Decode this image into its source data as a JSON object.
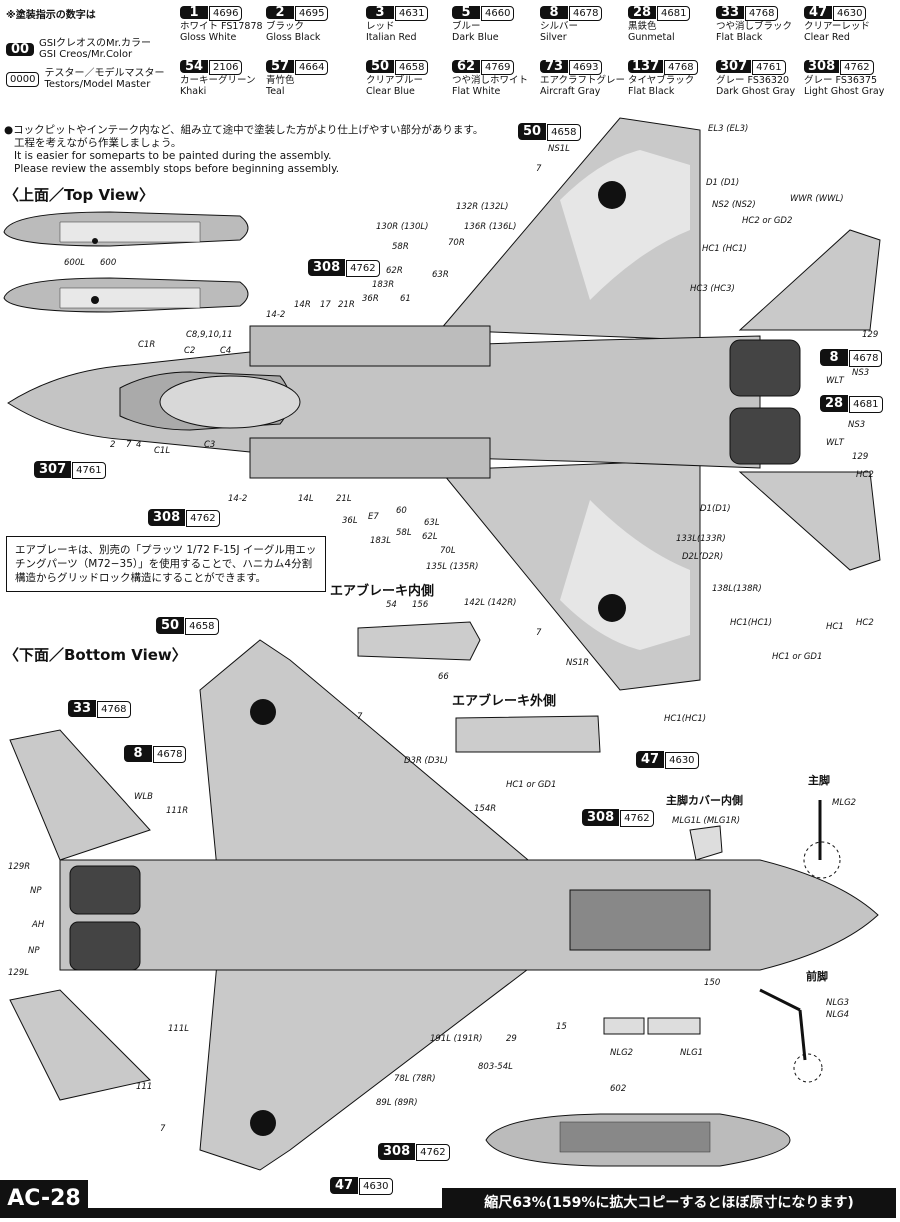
{
  "page_id": "AC-28",
  "scale_note": "縮尺63%(159%に拡大コピーするとほぼ原寸になります)",
  "legend": {
    "header": "※塗装指示の数字は",
    "creos_code": "00",
    "creos_text": "GSIクレオスのMr.カラー",
    "creos_text_en": "GSI Creos/Mr.Color",
    "testors_code": "0000",
    "testors_text": "テスター／モデルマスター",
    "testors_text_en": "Testors/Model Master"
  },
  "paints": [
    {
      "num": "1",
      "mm": "4696",
      "ja": "ホワイト FS17878",
      "en": "Gloss White"
    },
    {
      "num": "2",
      "mm": "4695",
      "ja": "ブラック",
      "en": "Gloss Black"
    },
    {
      "num": "3",
      "mm": "4631",
      "ja": "レッド",
      "en": "Italian Red"
    },
    {
      "num": "5",
      "mm": "4660",
      "ja": "ブルー",
      "en": "Dark Blue"
    },
    {
      "num": "8",
      "mm": "4678",
      "ja": "シルバー",
      "en": "Silver"
    },
    {
      "num": "28",
      "mm": "4681",
      "ja": "黒鉄色",
      "en": "Gunmetal"
    },
    {
      "num": "33",
      "mm": "4768",
      "ja": "つや消しブラック",
      "en": "Flat Black"
    },
    {
      "num": "47",
      "mm": "4630",
      "ja": "クリアーレッド",
      "en": "Clear Red"
    },
    {
      "num": "54",
      "mm": "2106",
      "ja": "カーキーグリーン",
      "en": "Khaki"
    },
    {
      "num": "57",
      "mm": "4664",
      "ja": "青竹色",
      "en": "Teal"
    },
    {
      "num": "50",
      "mm": "4658",
      "ja": "クリアブルー",
      "en": "Clear Blue"
    },
    {
      "num": "62",
      "mm": "4769",
      "ja": "つや消しホワイト",
      "en": "Flat White"
    },
    {
      "num": "73",
      "mm": "4693",
      "ja": "エアクラフトグレー",
      "en": "Aircraft Gray"
    },
    {
      "num": "137",
      "mm": "4768",
      "ja": "タイヤブラック",
      "en": "Flat Black"
    },
    {
      "num": "307",
      "mm": "4761",
      "ja": "グレー FS36320",
      "en": "Dark Ghost Gray"
    },
    {
      "num": "308",
      "mm": "4762",
      "ja": "グレー FS36375",
      "en": "Light Ghost Gray"
    }
  ],
  "assembly_note": {
    "ja1": "●コックピットやインテーク内など、組み立て途中で塗装した方がより仕上げやすい部分があります。",
    "ja2": "工程を考えながら作業しましょう。",
    "en1": "It is easier for someparts to be painted during the assembly.",
    "en2": "Please review the assembly stops before beginning assembly."
  },
  "views": {
    "top": "〈上面／Top View〉",
    "bottom": "〈下面／Bottom View〉",
    "airbrake_inner": "エアブレーキ内側",
    "airbrake_outer": "エアブレーキ外側",
    "main_gear": "主脚",
    "main_gear_cover": "主脚カバー内側",
    "nose_gear": "前脚"
  },
  "airbrake_box": "エアブレーキは、別売の「プラッツ 1/72 F-15J イーグル用エッチングパーツ（M72−35）」を使用することで、ハニカム4分割構造からグリッドロック構造にすることができます。",
  "callouts": {
    "top_chip_50": {
      "num": "50",
      "mm": "4658"
    },
    "chip_8a": {
      "num": "8",
      "mm": "4678"
    },
    "chip_28": {
      "num": "28",
      "mm": "4681"
    },
    "chip_307": {
      "num": "307",
      "mm": "4761"
    },
    "chip_308a": {
      "num": "308",
      "mm": "4762"
    },
    "chip_308b": {
      "num": "308",
      "mm": "4762"
    },
    "chip_47a": {
      "num": "47",
      "mm": "4630"
    },
    "bottom_chip_50": {
      "num": "50",
      "mm": "4658"
    },
    "chip_33": {
      "num": "33",
      "mm": "4768"
    },
    "chip_8b": {
      "num": "8",
      "mm": "4678"
    },
    "chip_308c": {
      "num": "308",
      "mm": "4762"
    },
    "chip_308d": {
      "num": "308",
      "mm": "4762"
    },
    "chip_47b": {
      "num": "47",
      "mm": "4630"
    }
  },
  "labels": {
    "el3": "EL3 (EL3)",
    "ns1l": "NS1L",
    "d1": "D1 (D1)",
    "ns2": "NS2 (NS2)",
    "wwr": "WWR (WWL)",
    "hc2gd2": "HC2 or GD2",
    "hc1a": "HC1 (HC1)",
    "hc3": "HC3 (HC3)",
    "p129a": "129",
    "ns3a": "NS3",
    "wlt": "WLT",
    "ns3b": "NS3",
    "wlt2": "WLT",
    "p129b": "129",
    "hc2": "HC2",
    "d1b": "D1(D1)",
    "p133": "133L(133R)",
    "d2": "D2L(D2R)",
    "p138": "138L(138R)",
    "hc1b": "HC1(HC1)",
    "hc1c": "HC1",
    "hc2b": "HC2",
    "hc1gd1": "HC1 or GD1",
    "ns1r": "NS1R",
    "hc1d": "HC1(HC1)",
    "p7a": "7",
    "p7b": "7",
    "p132": "132R (132L)",
    "p130": "130R (130L)",
    "p136": "136R (136L)",
    "p70r": "70R",
    "p58r": "58R",
    "p62r": "62R",
    "p63r": "63R",
    "p183r": "183R",
    "p61": "61",
    "p36r": "36R",
    "p21r": "21R",
    "p17": "17",
    "p14r": "14R",
    "p14_2a": "14-2",
    "c8": "C8,9,10,11",
    "c1r": "C1R",
    "c2": "C2",
    "c4": "C4",
    "p2": "2",
    "p7c": "7",
    "p4": "4",
    "c1l": "C1L",
    "c3": "C3",
    "p14_2b": "14-2",
    "p14l": "14L",
    "p21l": "21L",
    "p36l": "36L",
    "e7": "E7",
    "p60": "60",
    "p63l": "63L",
    "p58l": "58L",
    "p62l": "62L",
    "p183l": "183L",
    "p70l": "70L",
    "p135": "135L (135R)",
    "p142": "142L (142R)",
    "p600l": "600L",
    "p600": "600",
    "p54": "54",
    "p156": "156",
    "p66": "66",
    "hc1gd1b": "HC1 or GD1",
    "mlg2": "MLG2",
    "mlg1": "MLG1L (MLG1R)",
    "nlg3": "NLG3",
    "nlg4": "NLG4",
    "nlg2": "NLG2",
    "nlg1": "NLG1",
    "p602": "602",
    "p150": "150",
    "p7d": "7",
    "d3": "D3R (D3L)",
    "p154r": "154R",
    "wlb": "WLB",
    "p111r": "111R",
    "p129r": "129R",
    "np1": "NP",
    "ah": "AH",
    "np2": "NP",
    "p129l": "129L",
    "p111l": "111L",
    "p111": "111",
    "p7e": "7",
    "p78": "78L (78R)",
    "p89": "89L (89R)",
    "p191": "191L (191R)",
    "p29": "29",
    "p803": "803-54L",
    "p15": "15"
  }
}
